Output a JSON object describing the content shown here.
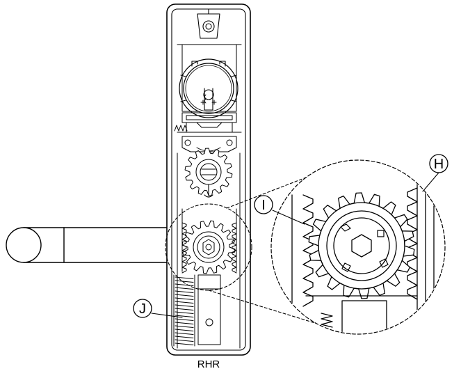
{
  "figure": {
    "caption": "RHR",
    "callouts": [
      {
        "id": "callout-h",
        "label": "H"
      },
      {
        "id": "callout-i",
        "label": "I"
      },
      {
        "id": "callout-j",
        "label": "J"
      }
    ]
  }
}
